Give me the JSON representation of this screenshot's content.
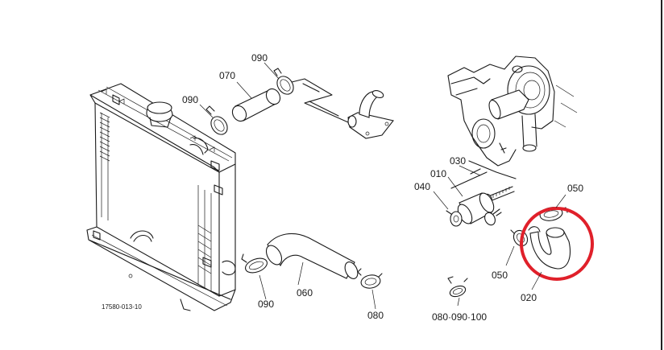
{
  "diagram": {
    "part_labels": {
      "p090_top": "090",
      "p070": "070",
      "p090_left": "090",
      "p030": "030",
      "p010": "010",
      "p040": "040",
      "p050_right": "050",
      "p050_left": "050",
      "p020": "020",
      "p060": "060",
      "p090_bottom": "090",
      "p080": "080",
      "p_set": "080·090·100"
    },
    "drawing_number": "17580-013-10"
  },
  "colors": {
    "line": "#1a1a1a",
    "highlight": "#e0202a",
    "background": "#ffffff"
  }
}
